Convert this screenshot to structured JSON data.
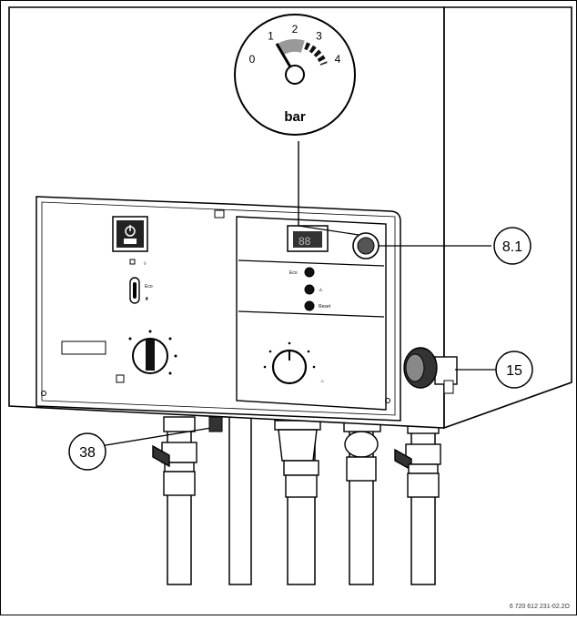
{
  "gauge": {
    "unit": "bar",
    "ticks": [
      "0",
      "1",
      "2",
      "3",
      "4"
    ]
  },
  "callouts": {
    "c1": "8.1",
    "c2": "15",
    "c3": "38"
  },
  "panel": {
    "control_label_1": "Eco",
    "control_label_2": "Reset"
  },
  "doc_ref": "6 720 612 231-02.2O"
}
